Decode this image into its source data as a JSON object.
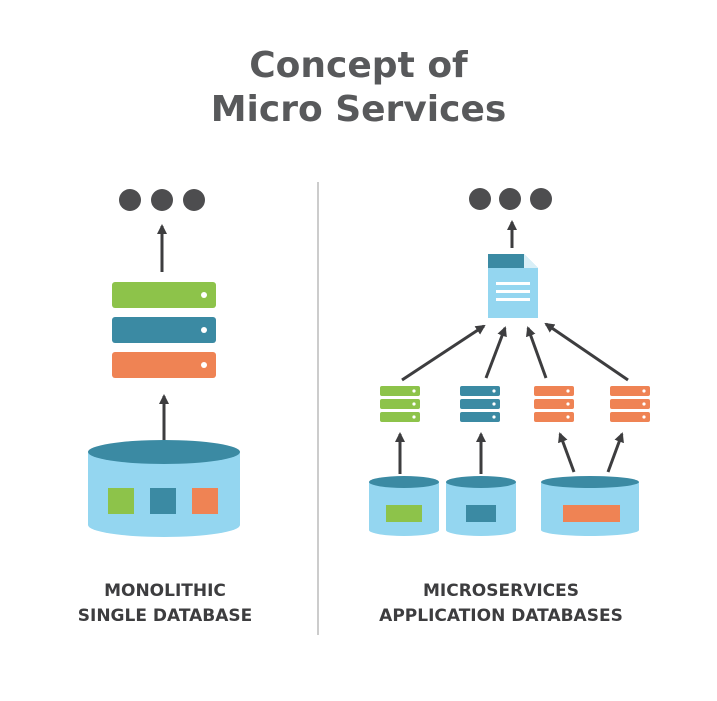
{
  "title": {
    "line1": "Concept of",
    "line2": "Micro Services"
  },
  "monolithic": {
    "label_line1": "MONOLITHIC",
    "label_line2": "SINGLE DATABASE"
  },
  "microservices": {
    "label_line1": "MICROSERVICES",
    "label_line2": "APPLICATION DATABASES"
  },
  "colors": {
    "green": "#8dc34a",
    "teal": "#3b8aa3",
    "orange": "#ef8354",
    "db_body": "#94d6f0",
    "db_top": "#3b8aa3",
    "doc": "#94d6f0",
    "dots": "#4d4d4f",
    "arrow": "#3d3d3f",
    "divider": "#9a9a9a",
    "title": "#58595b"
  },
  "icons": [
    "ellipsis-icon",
    "server-icon",
    "database-icon",
    "document-icon",
    "arrow-icon"
  ]
}
